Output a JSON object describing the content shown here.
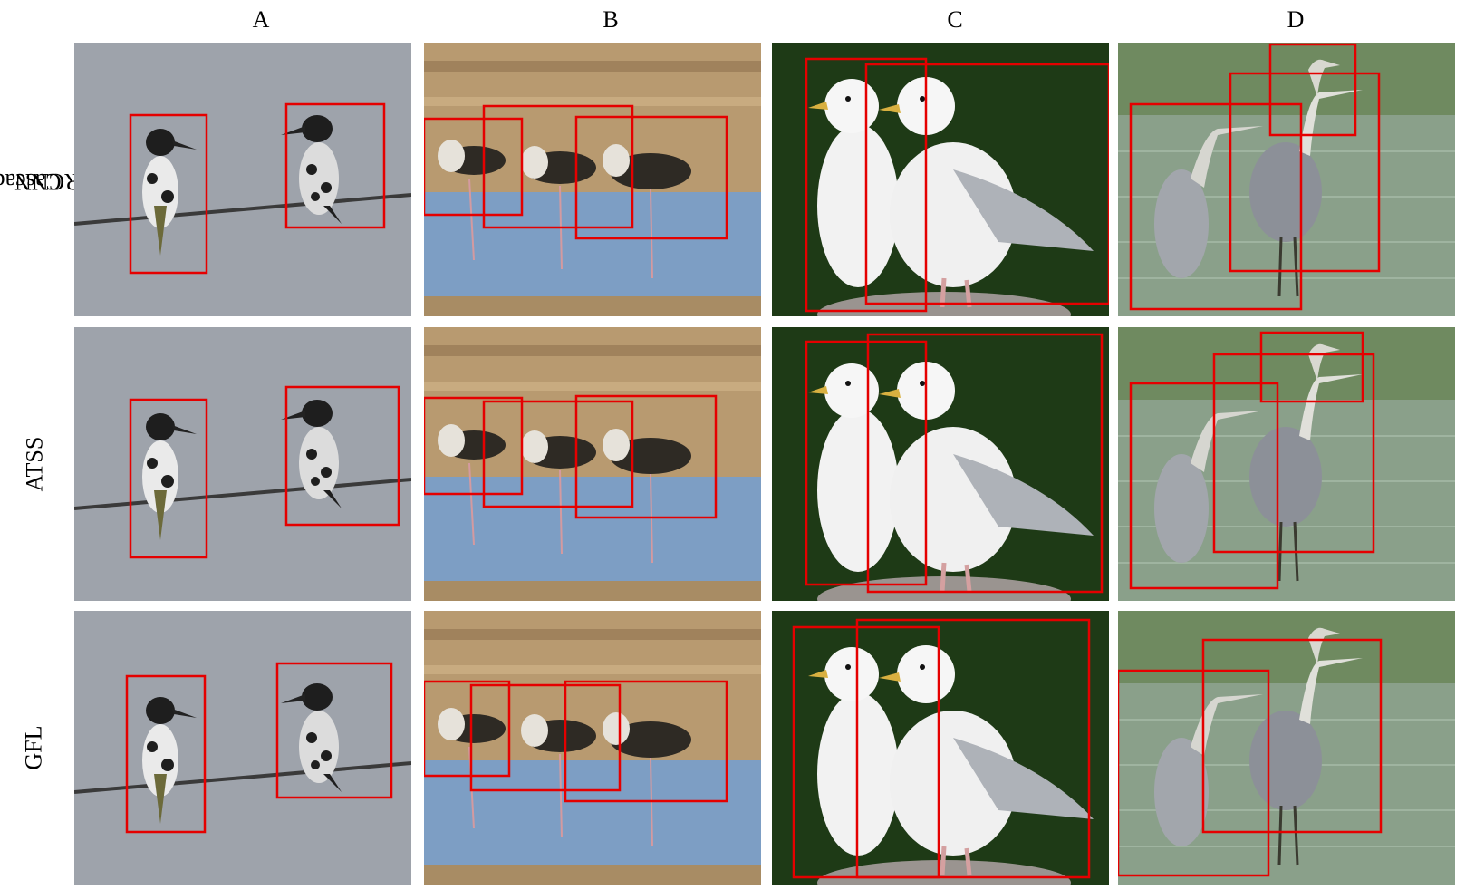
{
  "columns": [
    "A",
    "B",
    "C",
    "D"
  ],
  "rows": [
    {
      "label_line1": "Cascade",
      "label_line2": "RCNN"
    },
    {
      "label_line1": "ATSS",
      "label_line2": ""
    },
    {
      "label_line1": "GFL",
      "label_line2": ""
    }
  ],
  "colors": {
    "box": "#e50000",
    "scene_a_bg": "#9ea3ab",
    "scene_b_sand": "#b89a70",
    "scene_b_water": "#7d9ec4",
    "scene_c_bg": "#1e3a16",
    "scene_d_water": "#6f8a60"
  }
}
